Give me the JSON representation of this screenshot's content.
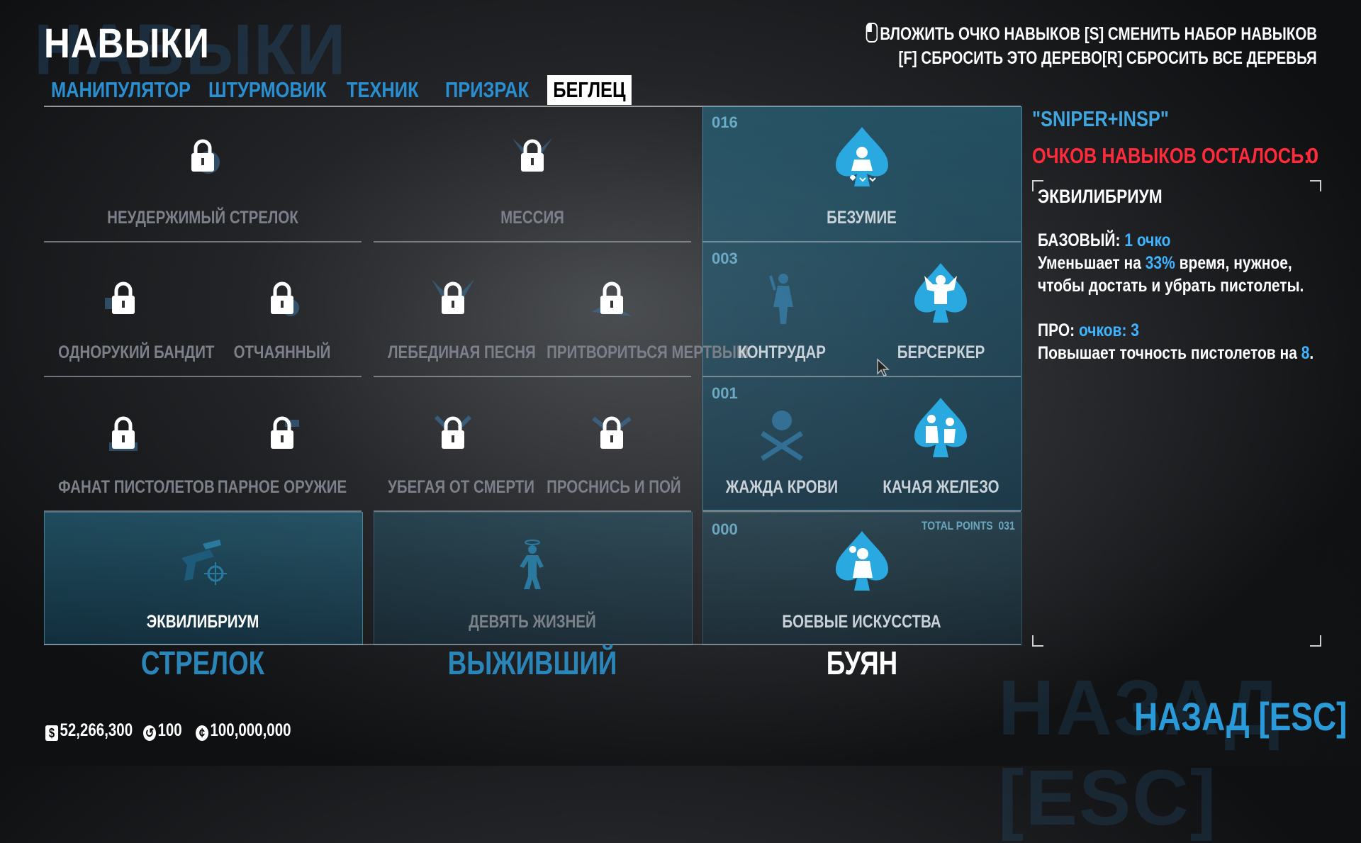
{
  "header": {
    "title": "НАВЫКИ",
    "ghost_title": "НАВЫКИ",
    "hint_line1": "ВЛОЖИТЬ ОЧКО НАВЫКОВ [S] СМЕНИТЬ НАБОР НАВЫКОВ",
    "hint_line2": "[F] СБРОСИТЬ ЭТО ДЕРЕВО[R] СБРОСИТЬ ВСЕ ДЕРЕВЬЯ"
  },
  "tabs": [
    {
      "label": "МАНИПУЛЯТОР",
      "active": false
    },
    {
      "label": "ШТУРМОВИК",
      "active": false
    },
    {
      "label": "ТЕХНИК",
      "active": false
    },
    {
      "label": "ПРИЗРАК",
      "active": false
    },
    {
      "label": "БЕГЛЕЦ",
      "active": true
    }
  ],
  "trees": [
    {
      "name": "СТРЕЛОК",
      "skills": {
        "top": "НЕУДЕРЖИМЫЙ СТРЕЛОК",
        "row2_left": "ОДНОРУКИЙ БАНДИТ",
        "row2_right": "ОТЧАЯННЫЙ",
        "row3_left": "ФАНАТ ПИСТОЛЕТОВ",
        "row3_right": "ПАРНОЕ ОРУЖИЕ",
        "base": "ЭКВИЛИБРИУМ"
      }
    },
    {
      "name": "ВЫЖИВШИЙ",
      "skills": {
        "top": "МЕССИЯ",
        "row2_left": "ЛЕБЕДИНАЯ ПЕСНЯ",
        "row2_right": "ПРИТВОРИТЬСЯ МЕРТВЫМ",
        "row3_left": "УБЕГАЯ ОТ СМЕРТИ",
        "row3_right": "ПРОСНИСЬ И ПОЙ",
        "base": "ДЕВЯТЬ ЖИЗНЕЙ"
      }
    },
    {
      "name": "БУЯН",
      "tier_points": [
        "016",
        "003",
        "001",
        "000"
      ],
      "total_points_label": "TOTAL POINTS",
      "total_points_value": "031",
      "skills": {
        "top": "БЕЗУМИЕ",
        "row2_left": "КОНТРУДАР",
        "row2_right": "БЕРСЕРКЕР",
        "row3_left": "ЖАЖДА КРОВИ",
        "row3_right": "КАЧАЯ ЖЕЛЕЗО",
        "base": "БОЕВЫЕ ИСКУССТВА"
      }
    }
  ],
  "info": {
    "build_name": "\"SNIPER+INSP\"",
    "points_left_label": "ОЧКОВ НАВЫКОВ ОСТАЛОСЬ:",
    "points_left_value": "0",
    "skill_title": "ЭКВИЛИБРИУМ",
    "basic_label": "БАЗОВЫЙ:",
    "basic_cost": "1 очко",
    "basic_desc_1a": "Уменьшает на ",
    "basic_desc_1b": "33%",
    "basic_desc_1c": " время, нужное,",
    "basic_desc_2": "чтобы достать и убрать пистолеты.",
    "pro_label": "ПРО:",
    "pro_cost": "очков: 3",
    "pro_desc_a": "Повышает точность пистолетов на ",
    "pro_desc_b": "8",
    "pro_desc_c": "."
  },
  "footer": {
    "back_label": "НАЗАД [ESC]",
    "ghost_back": "НАЗАД [ESC]",
    "money": "52,266,300",
    "infamy": "100",
    "offshore": "100,000,000"
  },
  "colors": {
    "accent_blue": "#2a8fd0",
    "points_red": "#ff2a3a",
    "highlight_blue": "#3fb4ff"
  }
}
